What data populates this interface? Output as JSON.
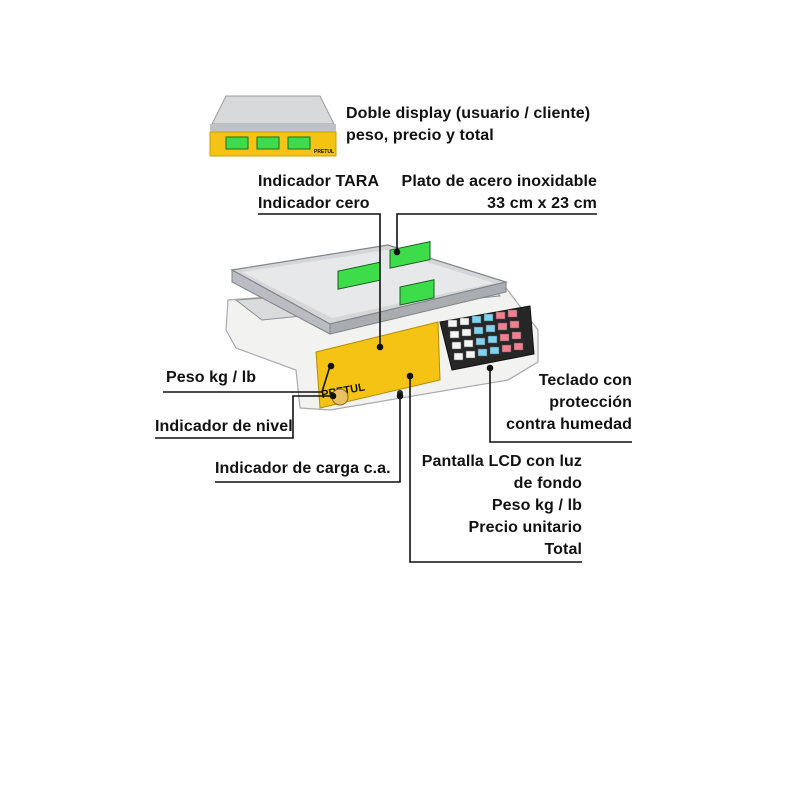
{
  "colors": {
    "accent_yellow": "#f4c313",
    "lcd_green": "#3ddc4b",
    "steel": "#c9cccf",
    "body_white": "#f2f2f0",
    "leader": "#111111"
  },
  "brand_text": "PRETUL",
  "icons": [
    "scale-illustration",
    "scale-thumbnail",
    "keypad",
    "lcd-display",
    "level-bubble",
    "charge-indicator-led"
  ],
  "callouts": {
    "dual_display": [
      "Doble display (usuario / cliente)",
      "peso, precio y total"
    ],
    "tare_zero": [
      "Indicador TARA",
      "Indicador cero"
    ],
    "steel_plate": [
      "Plato de acero inoxidable",
      "33 cm x 23 cm"
    ],
    "weight_units": [
      "Peso kg / lb"
    ],
    "level": [
      "Indicador de nivel"
    ],
    "charge": [
      "Indicador de carga c.a."
    ],
    "keypad": [
      "Teclado con",
      "protección",
      "contra humedad"
    ],
    "lcd": [
      "Pantalla LCD con luz",
      "de fondo",
      "Peso kg / lb",
      "Precio unitario",
      "Total"
    ]
  }
}
